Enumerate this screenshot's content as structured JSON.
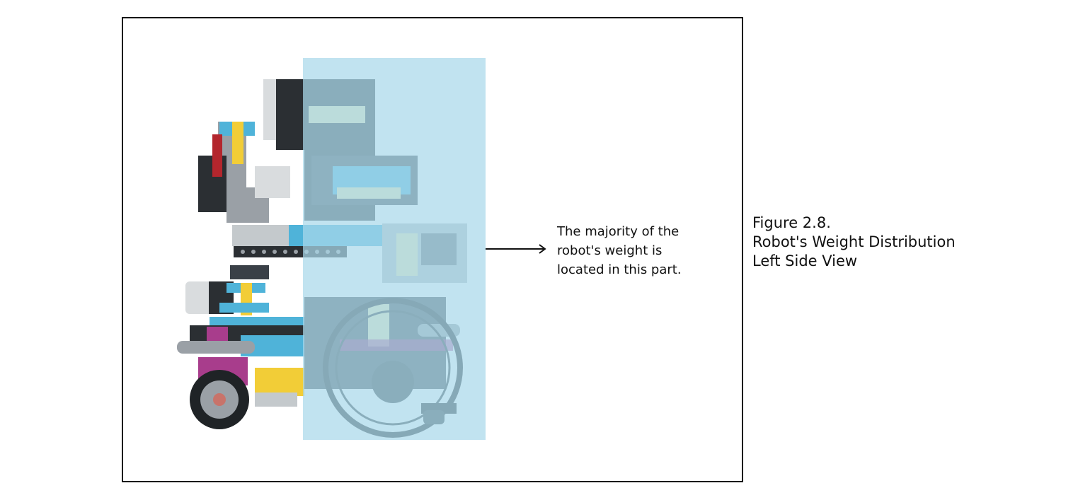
{
  "annotation": {
    "text": "The majority of the robot's weight is located in this part."
  },
  "caption": {
    "figure_number": "Figure 2.8.",
    "title": "Robot's Weight Distribution",
    "view": "Left Side View"
  },
  "colors": {
    "highlight": "#a9d8ea",
    "azure": "#4fb3d9",
    "yellow": "#f2cd37",
    "magenta": "#a83d8c",
    "dark": "#2b2f33",
    "gray": "#9aa0a6",
    "light_gray": "#d9dcde"
  },
  "icons": {
    "arrow": "arrow-right-icon"
  }
}
